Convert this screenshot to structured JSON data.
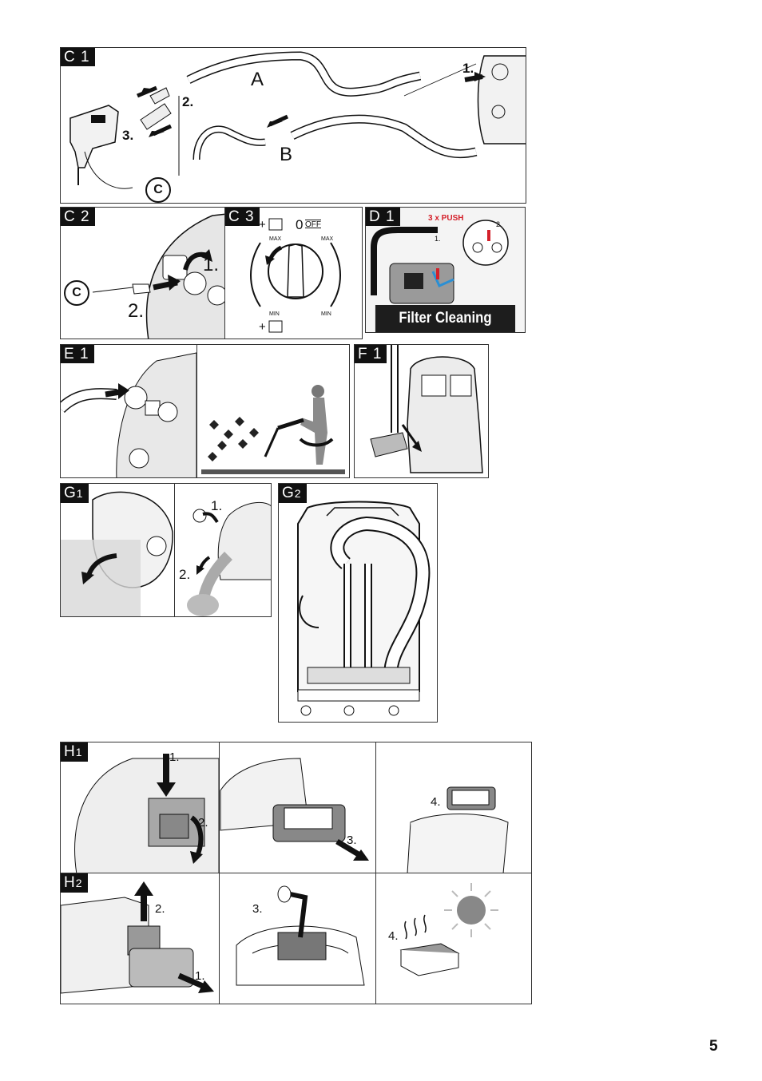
{
  "panels": {
    "c1": {
      "tag": "C",
      "num": "1",
      "label_a": "A",
      "label_b": "B",
      "step1": "1.",
      "step2": "2.",
      "step3": "3.",
      "circle": "C"
    },
    "c2": {
      "tag": "C",
      "num": "2",
      "circle": "C",
      "step1": "1.",
      "step2": "2."
    },
    "c3": {
      "tag": "C",
      "num": "3",
      "plus_top": "+",
      "zero_off": "0",
      "off": "OFF",
      "max_left": "MAX",
      "max_right": "MAX",
      "min_left": "MIN",
      "min_right": "MIN",
      "plus_bottom": "+"
    },
    "d1": {
      "tag": "D",
      "num": "1",
      "badge": "3 x PUSH",
      "step1": "1.",
      "step2": "2.",
      "banner": "Filter Cleaning"
    },
    "e1": {
      "tag": "E",
      "num": "1"
    },
    "f1": {
      "tag": "F",
      "num": "1"
    },
    "g1": {
      "tag": "G",
      "num": "1",
      "step1": "1.",
      "step2": "2."
    },
    "g2": {
      "tag": "G",
      "num": "2"
    },
    "h1": {
      "tag": "H",
      "num": "1",
      "step1": "1.",
      "step2": "2.",
      "step3": "3.",
      "step4": "4."
    },
    "h2": {
      "tag": "H",
      "num": "2",
      "step1": "1.",
      "step2": "2.",
      "step3": "3.",
      "step4": "4."
    }
  },
  "page_number": "5",
  "colors": {
    "ink": "#111111",
    "accent_red": "#d4202a",
    "panel_gray": "#c8c8c8",
    "banner": "#1d1d1d"
  }
}
